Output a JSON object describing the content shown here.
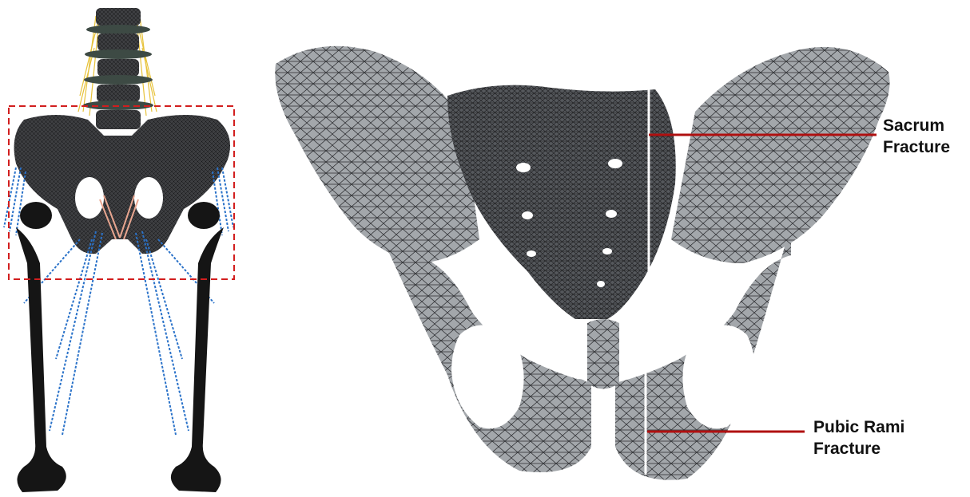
{
  "labels": {
    "sacrum": {
      "line1": "Sacrum",
      "line2": "Fracture"
    },
    "pubic": {
      "line1": "Pubic Rami",
      "line2": "Fracture"
    }
  },
  "colors": {
    "mesh_bone": "#8d9094",
    "mesh_dark": "#3a3b3e",
    "femur": "#151515",
    "ligament": "#2a72c9",
    "disc_ligament": "#e7c23a",
    "callout_line": "#b01010",
    "roi_box": "#d21e1e"
  }
}
